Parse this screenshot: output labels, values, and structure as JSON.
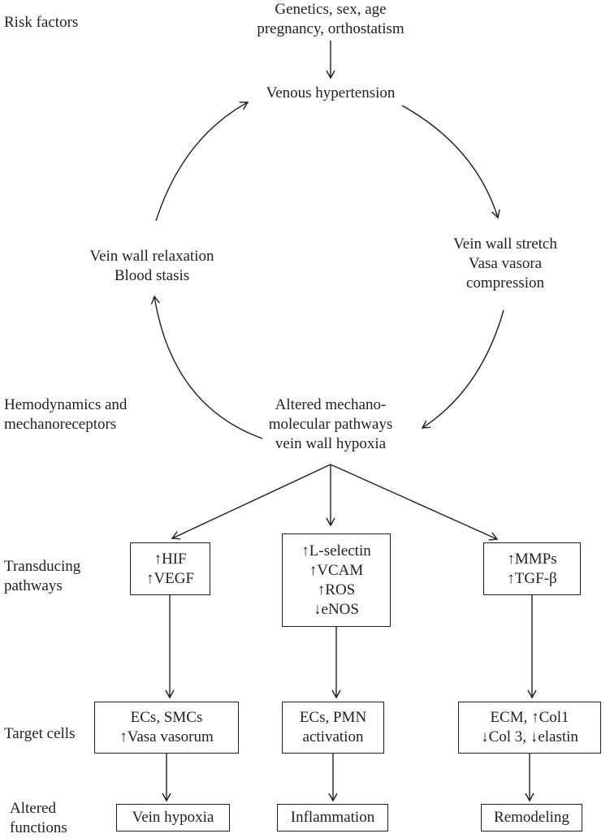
{
  "row_labels": {
    "risk_factors": "Risk factors",
    "hemodynamics_1": "Hemodynamics and",
    "hemodynamics_2": "mechanoreceptors",
    "transducing_1": "Transducing",
    "transducing_2": "pathways",
    "target_cells": "Target cells",
    "altered_1": "Altered",
    "altered_2": "functions"
  },
  "cycle": {
    "risk_1": "Genetics, sex, age",
    "risk_2": "pregnancy, orthostatism",
    "venous_hypertension": "Venous hypertension",
    "stretch_1": "Vein wall stretch",
    "stretch_2": "Vasa vasora",
    "stretch_3": "compression",
    "relax_1": "Vein wall relaxation",
    "relax_2": "Blood stasis",
    "altered_1": "Altered mechano-",
    "altered_2": "molecular pathways",
    "altered_3": "vein wall hypoxia"
  },
  "pathways": {
    "left": [
      "↑HIF",
      "↑VEGF"
    ],
    "middle": [
      "↑L-selectin",
      "↑VCAM",
      "↑ROS",
      "↓eNOS"
    ],
    "right": [
      "↑MMPs",
      "↑TGF-β"
    ]
  },
  "targets": {
    "left": [
      "ECs, SMCs",
      "↑Vasa vasorum"
    ],
    "middle": [
      "ECs, PMN",
      "activation"
    ],
    "right": [
      "ECM, ↑Col1",
      "↓Col 3, ↓elastin"
    ]
  },
  "functions": {
    "left": "Vein hypoxia",
    "middle": "Inflammation",
    "right": "Remodeling"
  }
}
